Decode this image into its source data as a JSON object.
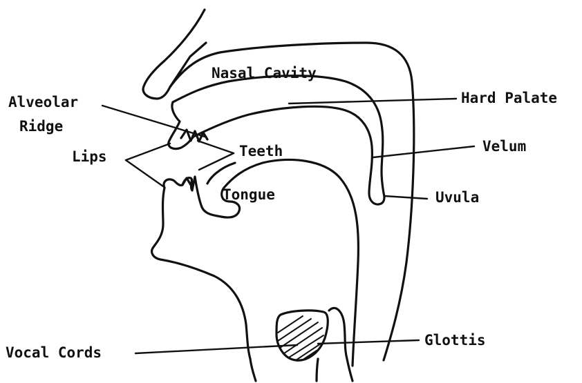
{
  "labels": {
    "nasal_cavity": "Nasal Cavity",
    "alveolar": "Alveolar",
    "ridge": "Ridge",
    "hard_palate": "Hard Palate",
    "lips": "Lips",
    "teeth": "Teeth",
    "velum": "Velum",
    "tongue": "Tongue",
    "uvula": "Uvula",
    "vocal_cords": "Vocal Cords",
    "glottis": "Glottis"
  }
}
